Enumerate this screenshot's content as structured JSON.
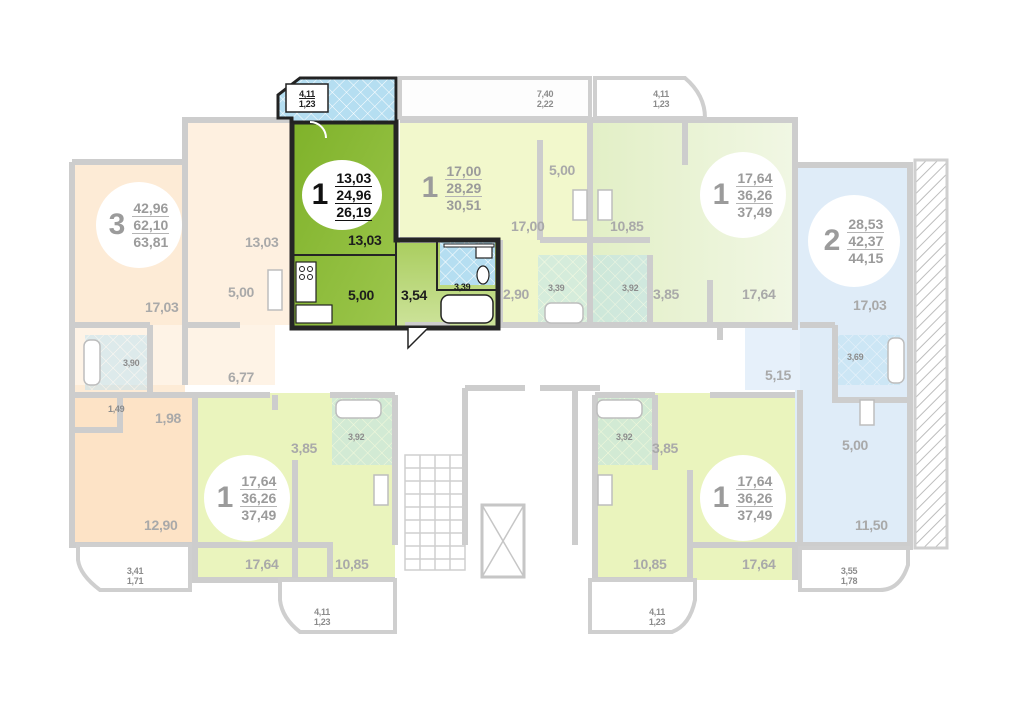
{
  "colors": {
    "peach": "#fde7cf",
    "peach_light": "#fef1e2",
    "lime": "#eef6c2",
    "lime_mid": "#e4f0a3",
    "green_pale": "#e9f2d3",
    "blue": "#dbeaf8",
    "selected": "#8cb83a",
    "selected_dark": "#6f9a22",
    "wall": "#c9c9c9",
    "wall_selected": "#222222",
    "tile": "#a9d9ee"
  },
  "apartments": {
    "west_3room": {
      "rooms": "3",
      "living": "42,96",
      "total": "62,10",
      "total_balcony": "63,81"
    },
    "selected_1room": {
      "rooms": "1",
      "living": "13,03",
      "total": "24,96",
      "total_balcony": "26,19"
    },
    "north_1room_a": {
      "rooms": "1",
      "living": "17,00",
      "total": "28,29",
      "total_balcony": "30,51"
    },
    "north_1room_b": {
      "rooms": "1",
      "living": "17,64",
      "total": "36,26",
      "total_balcony": "37,49"
    },
    "east_2room": {
      "rooms": "2",
      "living": "28,53",
      "total": "42,37",
      "total_balcony": "44,15"
    },
    "south_1room_a": {
      "rooms": "1",
      "living": "17,64",
      "total": "36,26",
      "total_balcony": "37,49"
    },
    "south_1room_b": {
      "rooms": "1",
      "living": "17,64",
      "total": "36,26",
      "total_balcony": "37,49"
    }
  },
  "room_areas": {
    "sel_room": "13,03",
    "sel_kitchen": "5,00",
    "sel_hall": "3,54",
    "sel_bath": "3,39",
    "w_room_top": "13,03",
    "w_kitchen": "5,00",
    "w_room_mid": "17,03",
    "w_hall": "6,77",
    "w_bath": "3,90",
    "w_wc": "1,49",
    "w_corr": "1,98",
    "w_room_bottom": "12,90",
    "na_kitchen": "5,00",
    "na_room": "17,00",
    "na_hall": "2,90",
    "na_bath": "3,39",
    "nb_kitchen": "10,85",
    "nb_bath": "3,92",
    "nb_hall": "3,85",
    "nb_room": "17,64",
    "e_room_top": "17,03",
    "e_bath": "3,69",
    "e_hall": "5,15",
    "e_kitchen": "5,00",
    "e_room_bottom": "11,50",
    "sa_hall": "3,85",
    "sa_bath": "3,92",
    "sa_room": "17,64",
    "sa_kitchen": "10,85",
    "sb_bath": "3,92",
    "sb_hall": "3,85",
    "sb_kitchen": "10,85",
    "sb_room": "17,64"
  },
  "balconies": {
    "sel": {
      "area": "4,11",
      "coef": "1,23"
    },
    "north_a": {
      "area": "7,40",
      "coef": "2,22"
    },
    "north_b": {
      "area": "4,11",
      "coef": "1,23"
    },
    "south_w": {
      "area": "3,41",
      "coef": "1,71"
    },
    "south_a": {
      "area": "4,11",
      "coef": "1,23"
    },
    "south_b": {
      "area": "4,11",
      "coef": "1,23"
    },
    "south_e": {
      "area": "3,55",
      "coef": "1,78"
    }
  }
}
